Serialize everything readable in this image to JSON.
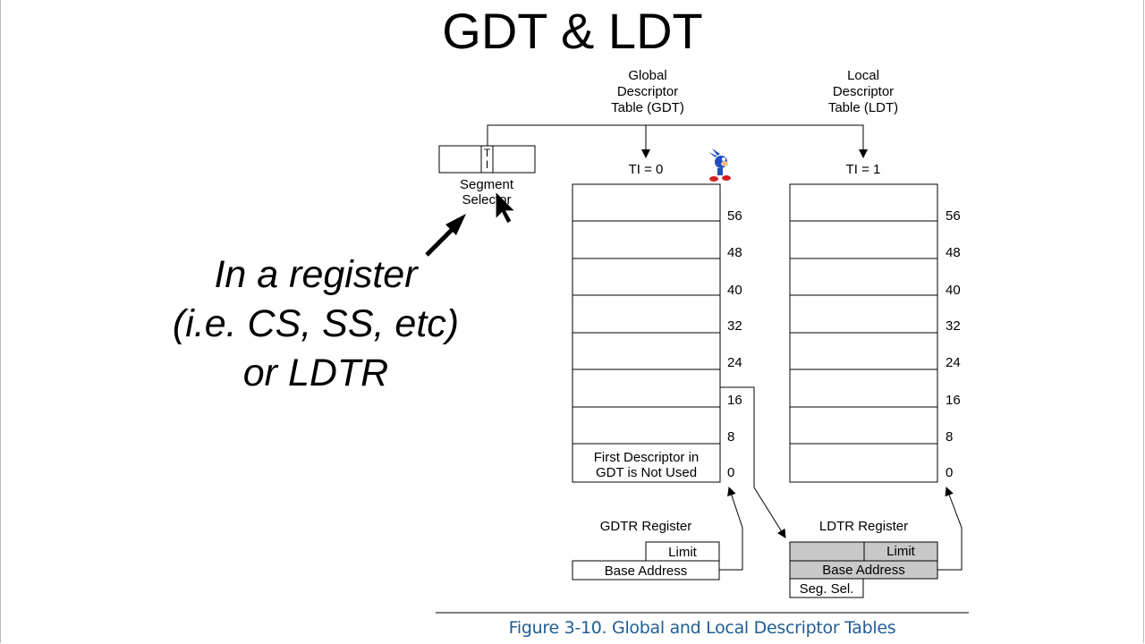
{
  "slide": {
    "title": "GDT & LDT",
    "annotation": "In a register\n(i.e. CS, SS, etc)\nor LDTR"
  },
  "diagram": {
    "gdt_header": "Global\nDescriptor\nTable (GDT)",
    "ldt_header": "Local\nDescriptor\nTable (LDT)",
    "selector": {
      "ti_label": "T\nI",
      "label": "Segment\nSelector"
    },
    "gdt_ti": "TI = 0",
    "ldt_ti": "TI = 1",
    "offsets": [
      "56",
      "48",
      "40",
      "32",
      "24",
      "16",
      "8",
      "0"
    ],
    "gdt_first_entry": "First Descriptor in\nGDT is Not Used",
    "gdtr": {
      "title": "GDTR Register",
      "limit": "Limit",
      "base": "Base Address"
    },
    "ldtr": {
      "title": "LDTR Register",
      "limit": "Limit",
      "base": "Base Address",
      "seg_sel": "Seg. Sel."
    },
    "caption": "Figure 3-10.  Global and Local Descriptor Tables"
  },
  "colors": {
    "caption": "#1f5d94",
    "ldtr_fill": "#c8c8c8",
    "line": "#000000"
  }
}
